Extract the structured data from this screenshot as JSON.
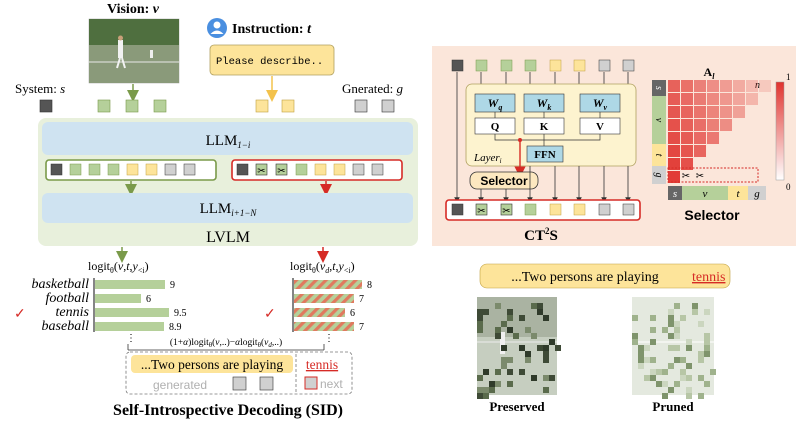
{
  "left": {
    "vision_label": "Vision: ",
    "vision_var": "v",
    "instruction_label": "Instruction: ",
    "instruction_var": "t",
    "instruction_text": "Please describe..",
    "system_label": "System: ",
    "system_var": "s",
    "generated_label": "Gnerated: ",
    "generated_var": "g",
    "llm_top": "LLM",
    "llm_top_sub": "1−i",
    "llm_bottom": "LLM",
    "llm_bottom_sub": "i+1−N",
    "lvlm": "LVLM",
    "logit_left": "logitθ(v,t,y<i)",
    "logit_right": "logitθ(vd,t,y<i)",
    "words": [
      "basketball",
      "football",
      "tennis",
      "baseball"
    ],
    "values_left": [
      "9",
      "6",
      "9.5",
      "8.9"
    ],
    "values_right": [
      "8",
      "7",
      "6",
      "7"
    ],
    "formula": "(1+α)logitθ(v,..)−αlogitθ(vd,..)",
    "sentence": "...Two persons are playing",
    "answer": "tennis",
    "generated_tag": "generated",
    "next_tag": "next",
    "title": "Self-Introspective Decoding (SID)"
  },
  "right": {
    "wq": "W",
    "wq_sub": "q",
    "wk": "W",
    "wk_sub": "k",
    "wv": "W",
    "wv_sub": "v",
    "q": "Q",
    "k": "K",
    "v": "V",
    "ffn": "FFN",
    "layer": "Layer",
    "layer_sub": "i",
    "selector": "Selector",
    "title": "CT²S",
    "matrix_title": "A",
    "matrix_sub": "l",
    "matrix_n": "n",
    "scale_max": "1",
    "scale_min": "0",
    "row_labels": [
      "s",
      "v",
      "t",
      "g"
    ],
    "col_labels": [
      "s",
      "v",
      "t",
      "g"
    ],
    "matrix_caption": "Selector",
    "sentence": "...Two persons are playing",
    "answer": "tennis",
    "preserved": "Preserved",
    "pruned": "Pruned"
  },
  "colors": {
    "dark": "#555555",
    "green": "#b5d09a",
    "yellow": "#fde49a",
    "gray": "#d0d0d0",
    "red": "#e0332e",
    "llm_blue": "#cfe3f1",
    "panel_green": "#e8f0dc",
    "panel_peach": "#fbe6da",
    "w_blue": "#aed8e6"
  }
}
